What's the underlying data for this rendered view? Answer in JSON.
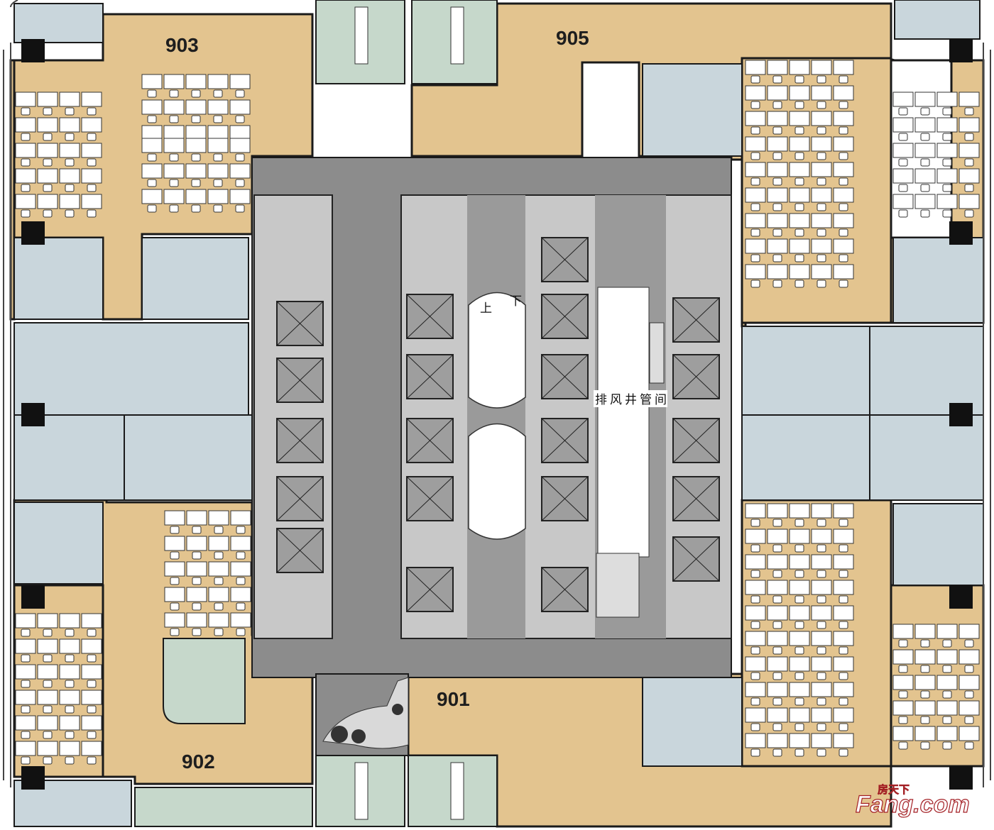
{
  "units": [
    {
      "id": "903",
      "label": "903"
    },
    {
      "id": "905",
      "label": "905"
    },
    {
      "id": "902",
      "label": "902"
    },
    {
      "id": "901",
      "label": "901"
    }
  ],
  "core": {
    "exhaust_shaft_label": "排风井管间"
  },
  "stairs": {
    "up_label": "上",
    "down_label": "下"
  },
  "watermark": {
    "chinese": "房天下",
    "brand": "Fang.com"
  },
  "colors": {
    "office_tan": "#e3c48f",
    "room_blue": "#c9d6dc",
    "meeting_green": "#c6d8cb",
    "corridor_gray": "#8c8c8c",
    "core_light_gray": "#c8c8c8",
    "wall": "#1a1a1a",
    "watermark_red": "#a31f24"
  }
}
